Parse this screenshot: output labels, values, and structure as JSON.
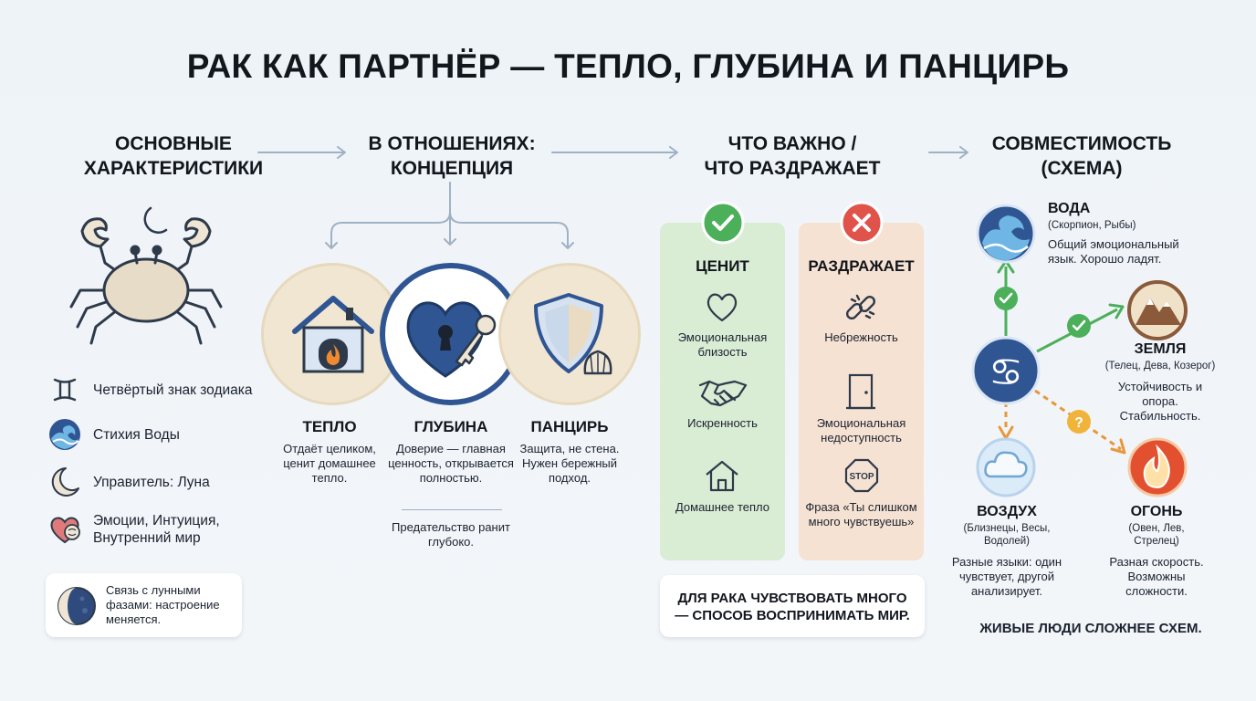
{
  "title": "РАК КАК ПАРТНЁР — ТЕПЛО, ГЛУБИНА И ПАНЦИРЬ",
  "columns": {
    "c1": [
      "ОСНОВНЫЕ",
      "ХАРАКТЕРИСТИКИ"
    ],
    "c2": [
      "В ОТНОШЕНИЯХ:",
      "КОНЦЕПЦИЯ"
    ],
    "c3": [
      "ЧТО ВАЖНО /",
      "ЧТО РАЗДРАЖАЕТ"
    ],
    "c4": [
      "СОВМЕСТИМОСТЬ",
      "(СХЕМА)"
    ]
  },
  "traits": [
    {
      "icon": "gemini-icon",
      "text": "Четвёртый знак зодиака"
    },
    {
      "icon": "water-wave-icon",
      "text": "Стихия Воды"
    },
    {
      "icon": "crescent-moon-icon",
      "text": "Управитель: Луна"
    },
    {
      "icon": "heart-brain-icon",
      "text": "Эмоции, Интуиция, Внутренний мир"
    }
  ],
  "moon_note": "Связь с лунными фазами: настроение меняется.",
  "concepts": [
    {
      "title": "ТЕПЛО",
      "text": "Отдаёт целиком, ценит домашнее тепло.",
      "icon": "house-fireplace-icon"
    },
    {
      "title": "ГЛУБИНА",
      "text": "Доверие — главная ценность, открывается полностью.",
      "icon": "heart-lock-key-icon"
    },
    {
      "title": "ПАНЦИРЬ",
      "text": "Защита, не стена. Нужен бережный подход.",
      "icon": "shield-shell-icon"
    }
  ],
  "betrayal": "Предательство ранит глубоко.",
  "values": {
    "title": "ЦЕНИТ",
    "items": [
      {
        "icon": "heart-outline-icon",
        "text": "Эмоциональная близость"
      },
      {
        "icon": "handshake-icon",
        "text": "Искренность"
      },
      {
        "icon": "home-outline-icon",
        "text": "Домашнее тепло"
      }
    ]
  },
  "irritants": {
    "title": "РАЗДРАЖАЕТ",
    "items": [
      {
        "icon": "broken-chain-icon",
        "text": "Небрежность"
      },
      {
        "icon": "closed-door-icon",
        "text": "Эмоциональная недоступность"
      },
      {
        "icon": "stop-sign-icon",
        "text": "Фраза «Ты слишком много чувствуешь»",
        "stop": "STOP"
      }
    ]
  },
  "feel_note": "ДЛЯ РАКА ЧУВСТВОВАТЬ МНОГО — СПОСОБ ВОСПРИНИМАТЬ МИР.",
  "compat": {
    "water": {
      "name": "ВОДА",
      "signs": "(Скорпион, Рыбы)",
      "text": "Общий эмоциональный язык. Хорошо ладят."
    },
    "earth": {
      "name": "ЗЕМЛЯ",
      "signs": "(Телец, Дева, Козерог)",
      "text": "Устойчивость и опора. Стабильность."
    },
    "air": {
      "name": "ВОЗДУХ",
      "signs": "(Близнецы, Весы, Водолей)",
      "text": "Разные языки: один чувствует, другой анализирует."
    },
    "fire": {
      "name": "ОГОНЬ",
      "signs": "(Овен, Лев, Стрелец)",
      "text": "Разная скорость. Возможны сложности."
    },
    "center_symbol": "♋",
    "question": "?",
    "footer": "ЖИВЫЕ ЛЮДИ СЛОЖНЕЕ СХЕМ."
  },
  "colors": {
    "navy": "#2f5592",
    "green": "#4caf5a",
    "red": "#e0534a",
    "orange": "#e8973a",
    "panel_green": "#d9ecd4",
    "panel_peach": "#f6e2d2",
    "beige": "#f1e6d2"
  }
}
